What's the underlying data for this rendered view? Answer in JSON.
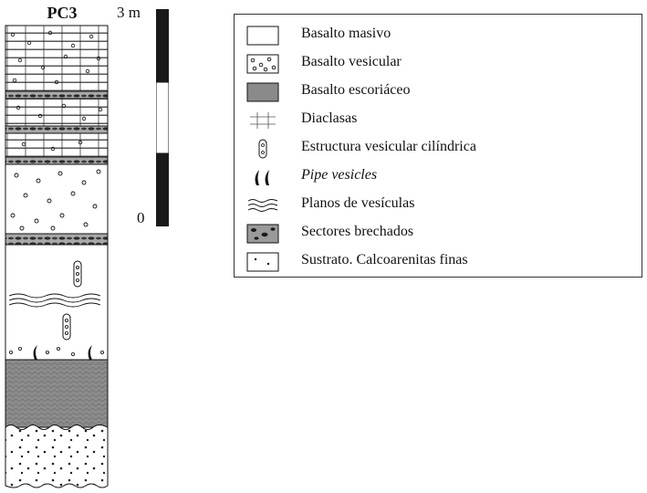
{
  "column": {
    "title": "PC3"
  },
  "scale": {
    "top_label": "3 m",
    "bottom_label": "0"
  },
  "legend": {
    "items": [
      {
        "key": "massive",
        "label": "Basalto masivo",
        "icon": "massive-basalt-symbol"
      },
      {
        "key": "vesicular",
        "label": "Basalto vesicular",
        "icon": "vesicular-basalt-symbol"
      },
      {
        "key": "scoria",
        "label": "Basalto escoriáceo",
        "icon": "scoriaceous-basalt-symbol"
      },
      {
        "key": "joints",
        "label": "Diaclasas",
        "icon": "joints-symbol"
      },
      {
        "key": "cylinder",
        "label": "Estructura vesicular cilíndrica",
        "icon": "cylindrical-vesicle-symbol"
      },
      {
        "key": "pipe",
        "label": "Pipe vesicles",
        "icon": "pipe-vesicles-symbol",
        "italic": true
      },
      {
        "key": "planes",
        "label": "Planos de vesículas",
        "icon": "vesicle-planes-symbol"
      },
      {
        "key": "breccia",
        "label": "Sectores brechados",
        "icon": "brecciated-sector-symbol"
      },
      {
        "key": "substrate",
        "label": "Sustrato. Calcoarenitas finas",
        "icon": "substrate-symbol"
      }
    ]
  },
  "colors": {
    "ink": "#111111",
    "scoria": "#8a8a8a",
    "breccia_band": "#9a9a9a",
    "scale_dark": "#1a1a1a"
  }
}
